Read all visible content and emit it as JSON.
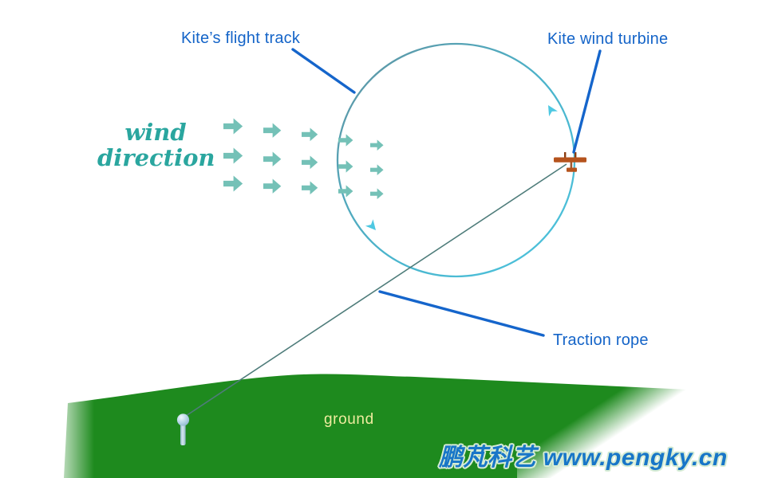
{
  "labels": {
    "flight_track": "Kite’s flight track",
    "wind_turbine": "Kite wind turbine",
    "traction_rope": "Traction rope",
    "wind_direction_line1": "wind",
    "wind_direction_line2": "direction",
    "ground": "ground",
    "watermark": "鹏芃科艺 www.pengky.cn"
  },
  "icons": {
    "wind_arrow": "right-block-arrow",
    "track_direction_arrow": "flight-direction-arrowhead",
    "kite_wind_turbine": "kite-wind-turbine-icon",
    "ground_anchor": "anchor-pin-icon"
  },
  "colors": {
    "label_blue": "#1464c8",
    "leader_line_blue": "#1565cb",
    "wind_text_teal": "#2aa69f",
    "wind_arrow_teal": "#74c1b7",
    "flight_track_cyan": "#4cc2dc",
    "flight_track_dark_teal": "#5f95a3",
    "ground_green": "#1e8a1e",
    "ground_text_yellow": "#efec9f",
    "rope_gray_teal": "#4e7c7a",
    "turbine_brown": "#b5531d",
    "watermark_blue": "#1876c8"
  }
}
